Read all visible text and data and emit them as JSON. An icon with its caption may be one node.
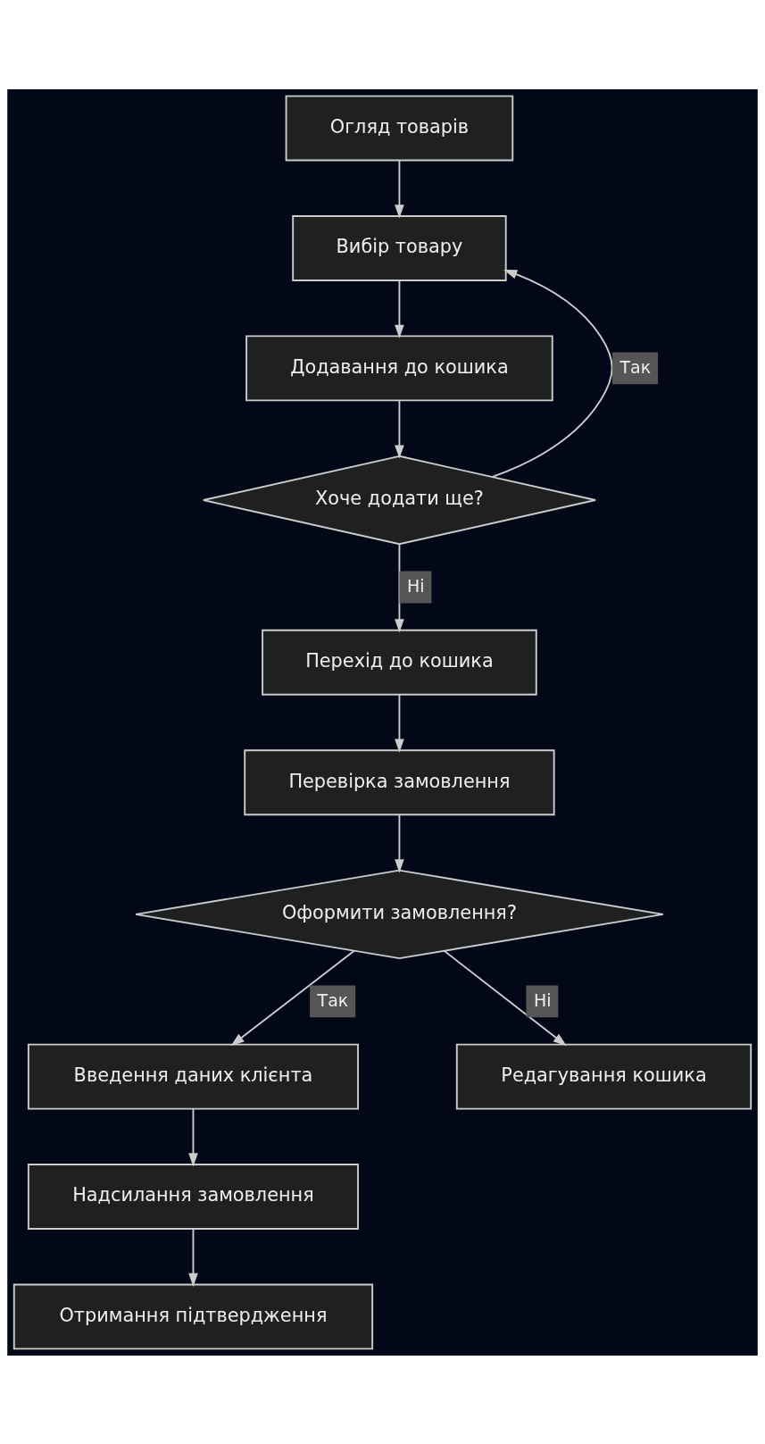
{
  "diagram": {
    "nodes": [
      {
        "text": [
          "Огляд товарів"
        ]
      },
      {
        "text": [
          "Вибір товару"
        ]
      },
      {
        "text": [
          "Додавання до кошика"
        ]
      },
      {
        "text": [
          "Хоче додати ще?"
        ]
      },
      {
        "text": [
          "Перехід до кошика"
        ]
      },
      {
        "text": [
          "Перевірка замовлення"
        ]
      },
      {
        "text": [
          "Оформити замовлення?"
        ]
      },
      {
        "text": [
          "Введення даних клієнта"
        ]
      },
      {
        "text": [
          "Редагування кошика"
        ]
      },
      {
        "text": [
          "Надсилання замовлення"
        ]
      },
      {
        "text": [
          "Отримання підтвердження"
        ]
      }
    ],
    "edges": [
      {
        "from": 0,
        "to": 1,
        "arrow": "to"
      },
      {
        "from": 1,
        "to": 2,
        "arrow": "to"
      },
      {
        "from": 2,
        "to": 3,
        "arrow": "to"
      },
      {
        "from": 3,
        "to": 1,
        "arrow": "to",
        "label": "Так"
      },
      {
        "from": 3,
        "to": 4,
        "arrow": "to",
        "label": "Ні"
      },
      {
        "from": 4,
        "to": 5,
        "arrow": "to"
      },
      {
        "from": 5,
        "to": 6,
        "arrow": "to"
      },
      {
        "from": 6,
        "to": 7,
        "arrow": "to",
        "label": "Так"
      },
      {
        "from": 6,
        "to": 8,
        "arrow": "to",
        "label": "Ні"
      },
      {
        "from": 7,
        "to": 9,
        "arrow": "to"
      },
      {
        "from": 9,
        "to": 10,
        "arrow": "to"
      }
    ]
  }
}
